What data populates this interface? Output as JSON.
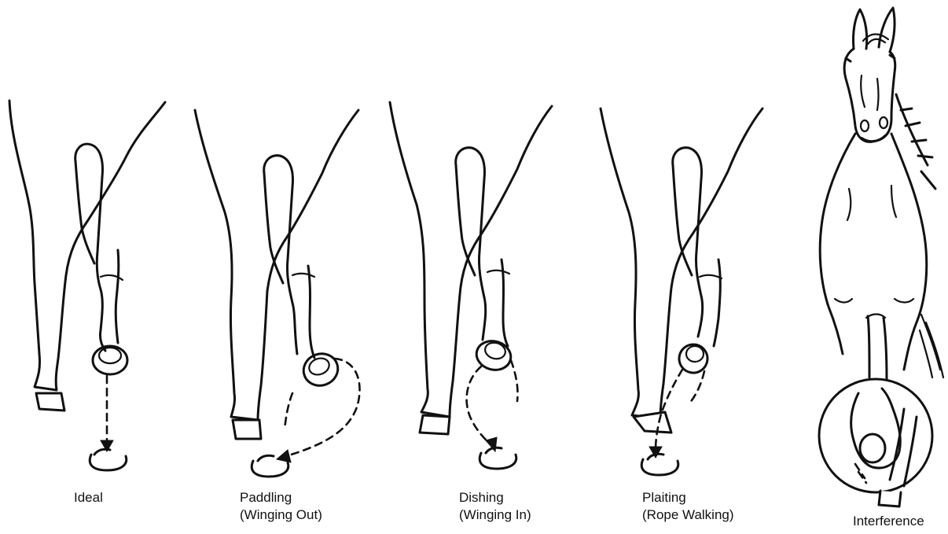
{
  "panels": [
    {
      "id": "ideal",
      "lines": [
        "Ideal"
      ]
    },
    {
      "id": "paddling",
      "lines": [
        "Paddling",
        "(Winging Out)"
      ]
    },
    {
      "id": "dishing",
      "lines": [
        "Dishing",
        "(Winging In)"
      ]
    },
    {
      "id": "plaiting",
      "lines": [
        "Plaiting",
        "(Rope Walking)"
      ]
    },
    {
      "id": "interference",
      "lines": [
        "Interference"
      ]
    }
  ]
}
